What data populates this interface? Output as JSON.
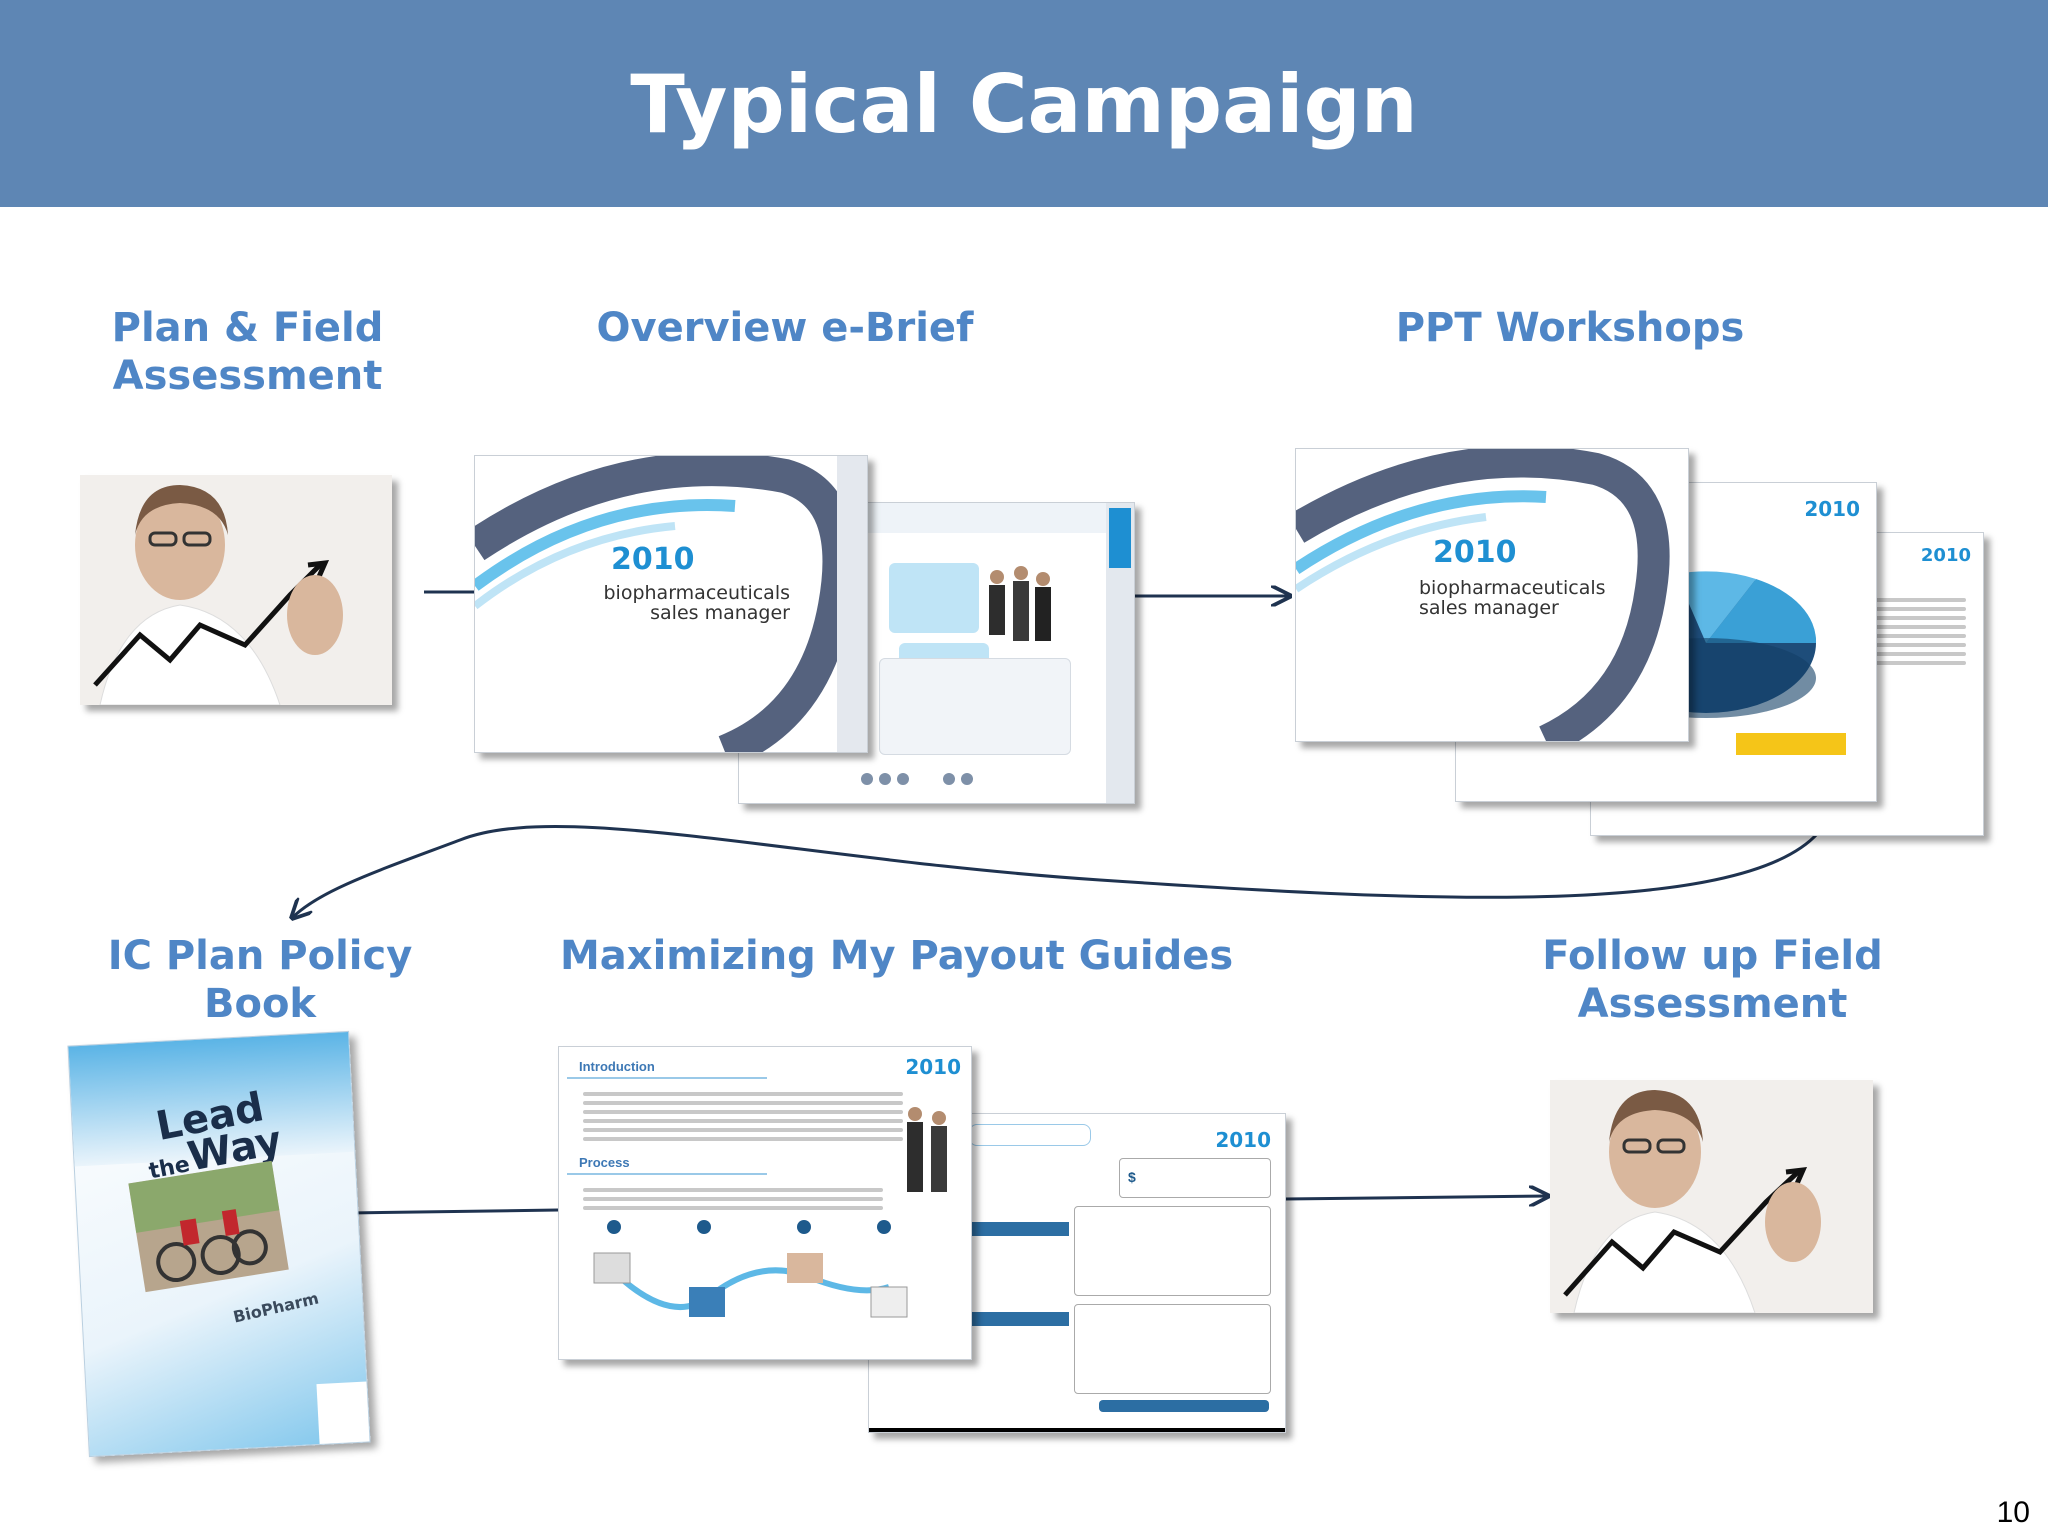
{
  "slide": {
    "title": "Typical Campaign",
    "page_number": "10"
  },
  "steps": {
    "plan_field_assessment": {
      "line1": "Plan & Field",
      "line2": "Assessment"
    },
    "overview_ebrief": {
      "label": "Overview e-Brief"
    },
    "ppt_workshops": {
      "label": "PPT Workshops"
    },
    "ic_plan_policy_book": {
      "line1": "IC Plan Policy",
      "line2": "Book"
    },
    "maximizing_payout_guides": {
      "label": "Maximizing My Payout Guides"
    },
    "follow_up_assessment": {
      "line1": "Follow up Field",
      "line2": "Assessment"
    }
  },
  "thumbnails": {
    "brand_year": "2010",
    "brand_line1": "biopharmaceuticals",
    "brand_line2": "sales manager",
    "guide_intro": "Introduction",
    "guide_process": "Process",
    "booklet_lead": "Lead",
    "booklet_the": "the",
    "booklet_way": "Way",
    "booklet_brand": "BioPharm",
    "guide_dollar": "$"
  },
  "colors": {
    "header_bg": "#5e86b4",
    "label_blue": "#4f86c6",
    "arrow": "#1f3350"
  }
}
